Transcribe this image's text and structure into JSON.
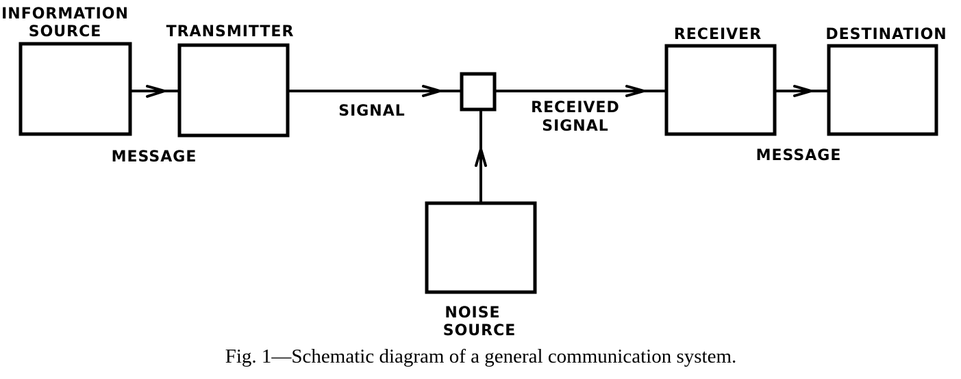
{
  "diagram": {
    "blocks": [
      {
        "id": "information-source",
        "label_lines": [
          "INFORMATION",
          "SOURCE"
        ]
      },
      {
        "id": "transmitter",
        "label_lines": [
          "TRANSMITTER"
        ]
      },
      {
        "id": "mixer",
        "label_lines": []
      },
      {
        "id": "receiver",
        "label_lines": [
          "RECEIVER"
        ]
      },
      {
        "id": "destination",
        "label_lines": [
          "DESTINATION"
        ]
      },
      {
        "id": "noise-source",
        "label_lines": [
          "NOISE",
          "SOURCE"
        ]
      }
    ],
    "connections": [
      {
        "from": "information-source",
        "to": "transmitter",
        "label_lines": [
          "MESSAGE"
        ]
      },
      {
        "from": "transmitter",
        "to": "mixer",
        "label_lines": [
          "SIGNAL"
        ]
      },
      {
        "from": "mixer",
        "to": "receiver",
        "label_lines": [
          "RECEIVED",
          "SIGNAL"
        ]
      },
      {
        "from": "receiver",
        "to": "destination",
        "label_lines": [
          "MESSAGE"
        ]
      },
      {
        "from": "noise-source",
        "to": "mixer",
        "label_lines": []
      }
    ]
  },
  "caption": "Fig. 1—Schematic diagram of a general communication system."
}
